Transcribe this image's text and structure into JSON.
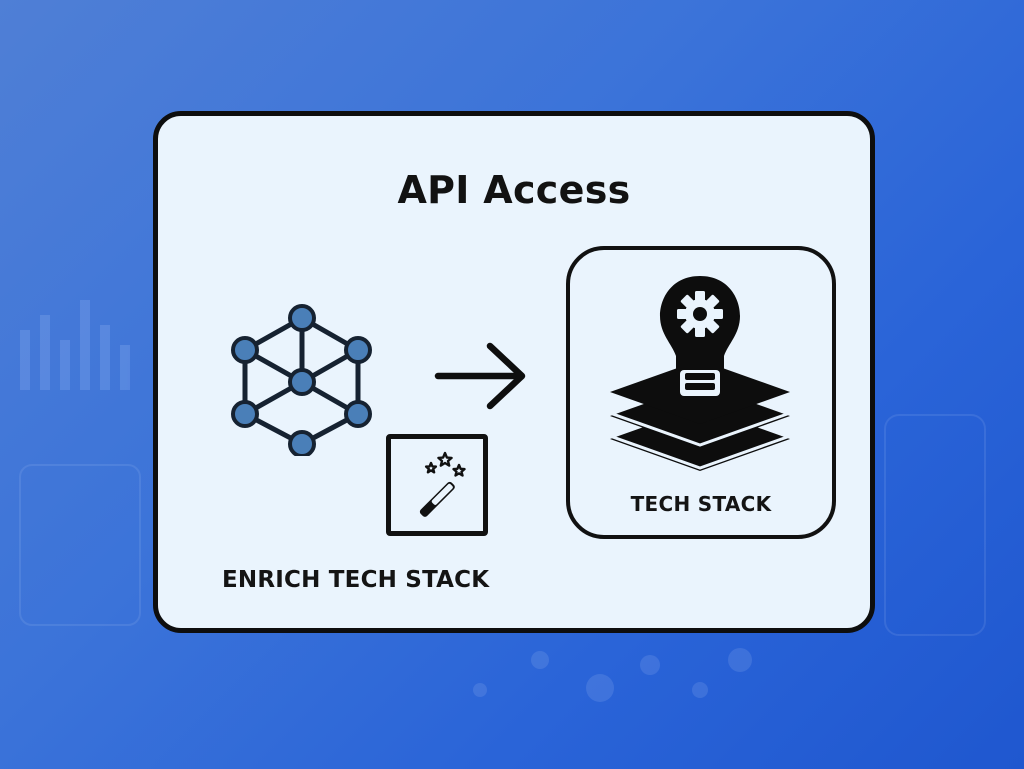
{
  "title": "API Access",
  "source": {
    "label": "ENRICH TECH STACK",
    "icon": "network-graph-icon",
    "badge_icon": "magic-wand-icon"
  },
  "connector_icon": "arrow-right-icon",
  "target": {
    "label": "TECH STACK",
    "icon": "lightbulb-gear-layers-icon"
  },
  "colors": {
    "background": "#2f6ad8",
    "card": "#eaf4fd",
    "outline": "#0e0e0e",
    "node_fill": "#4a7fb8"
  }
}
